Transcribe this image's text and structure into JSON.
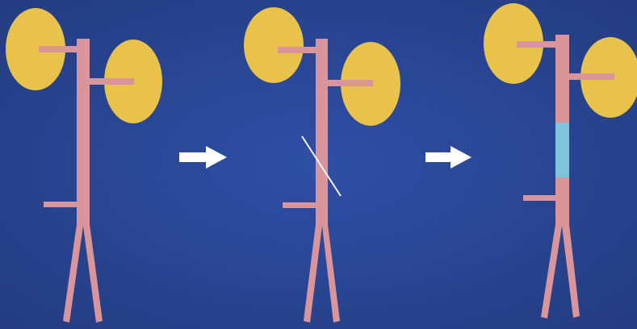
{
  "colors": {
    "background": "#2f4fa6",
    "background_edge": "#233b7e",
    "organ": "#e8c24a",
    "vessel": "#d9959a",
    "graft": "#7fc4dc",
    "arrow": "#ffffff",
    "cut_line": "#f4f4f4"
  },
  "panels": [
    {
      "stage": "original",
      "has_cut": false,
      "has_graft": false
    },
    {
      "stage": "cut",
      "has_cut": true,
      "has_graft": false
    },
    {
      "stage": "graft-replaced",
      "has_cut": false,
      "has_graft": true
    }
  ],
  "icons": {
    "arrow_1": "right-arrow-icon",
    "arrow_2": "right-arrow-icon"
  }
}
